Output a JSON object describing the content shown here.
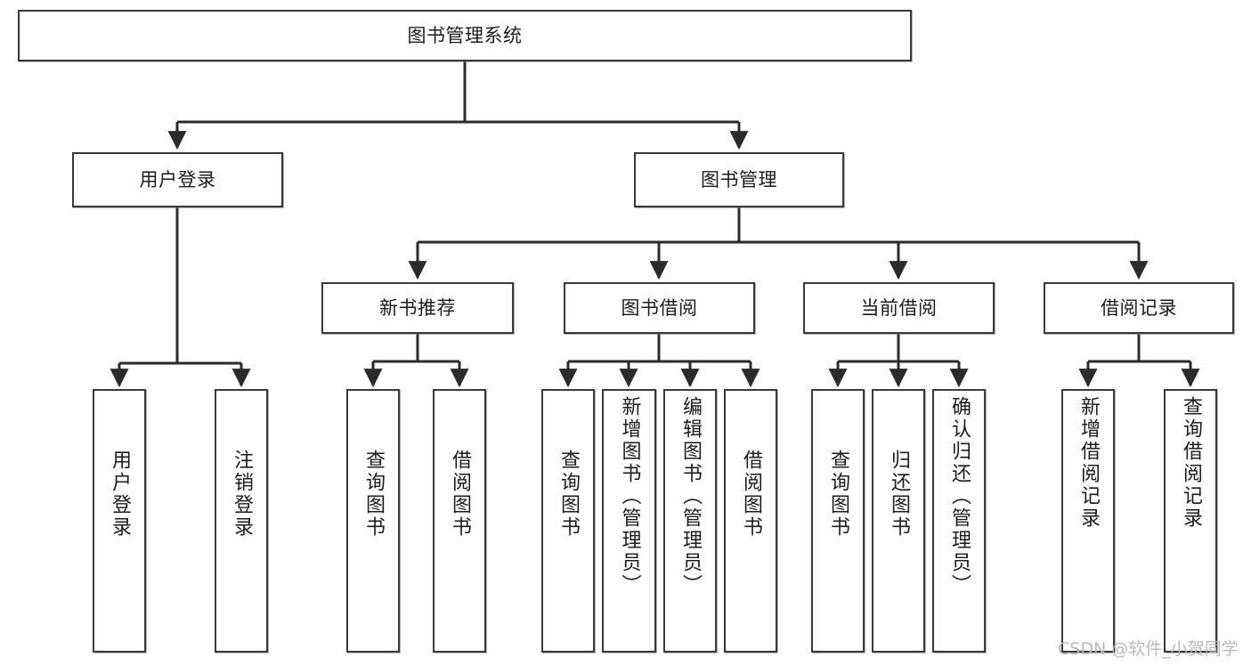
{
  "diagram": {
    "title": "图书管理系统",
    "type": "tree",
    "watermark": "CSDN @软件_小贺同学",
    "colors": {
      "box_border": "#3a3a3a",
      "box_fill": "#ffffff",
      "edge": "#2b2b2b",
      "text": "#1c1c1c",
      "watermark": "#b9b9b9"
    },
    "root": {
      "id": "root",
      "label": "图书管理系统",
      "orientation": "horizontal"
    },
    "level2": [
      {
        "id": "user-login",
        "label": "用户登录",
        "orientation": "horizontal"
      },
      {
        "id": "book-manage",
        "label": "图书管理",
        "orientation": "horizontal"
      }
    ],
    "level3": [
      {
        "id": "new-book-recommend",
        "label": "新书推荐",
        "orientation": "horizontal",
        "parent": "book-manage"
      },
      {
        "id": "book-borrow",
        "label": "图书借阅",
        "orientation": "horizontal",
        "parent": "book-manage"
      },
      {
        "id": "current-borrow",
        "label": "当前借阅",
        "orientation": "horizontal",
        "parent": "book-manage"
      },
      {
        "id": "borrow-record",
        "label": "借阅记录",
        "orientation": "horizontal",
        "parent": "book-manage"
      }
    ],
    "leaves": [
      {
        "id": "leaf-user-login",
        "label": "用户登录",
        "parent": "user-login",
        "orientation": "vertical"
      },
      {
        "id": "leaf-user-logout",
        "label": "注销登录",
        "parent": "user-login",
        "orientation": "vertical"
      },
      {
        "id": "leaf-query-book-1",
        "label": "查询图书",
        "parent": "new-book-recommend",
        "orientation": "vertical"
      },
      {
        "id": "leaf-borrow-book-1",
        "label": "借阅图书",
        "parent": "new-book-recommend",
        "orientation": "vertical"
      },
      {
        "id": "leaf-query-book-2",
        "label": "查询图书",
        "parent": "book-borrow",
        "orientation": "vertical"
      },
      {
        "id": "leaf-add-book",
        "label": "新增图书（管理员）",
        "parent": "book-borrow",
        "orientation": "vertical"
      },
      {
        "id": "leaf-edit-book",
        "label": "编辑图书（管理员）",
        "parent": "book-borrow",
        "orientation": "vertical"
      },
      {
        "id": "leaf-borrow-book-2",
        "label": "借阅图书",
        "parent": "book-borrow",
        "orientation": "vertical"
      },
      {
        "id": "leaf-query-book-3",
        "label": "查询图书",
        "parent": "current-borrow",
        "orientation": "vertical"
      },
      {
        "id": "leaf-return-book",
        "label": "归还图书",
        "parent": "current-borrow",
        "orientation": "vertical"
      },
      {
        "id": "leaf-confirm-return",
        "label": "确认归还（管理员）",
        "parent": "current-borrow",
        "orientation": "vertical"
      },
      {
        "id": "leaf-add-record",
        "label": "新增借阅记录",
        "parent": "borrow-record",
        "orientation": "vertical"
      },
      {
        "id": "leaf-query-record",
        "label": "查询借阅记录",
        "parent": "borrow-record",
        "orientation": "vertical"
      }
    ]
  }
}
